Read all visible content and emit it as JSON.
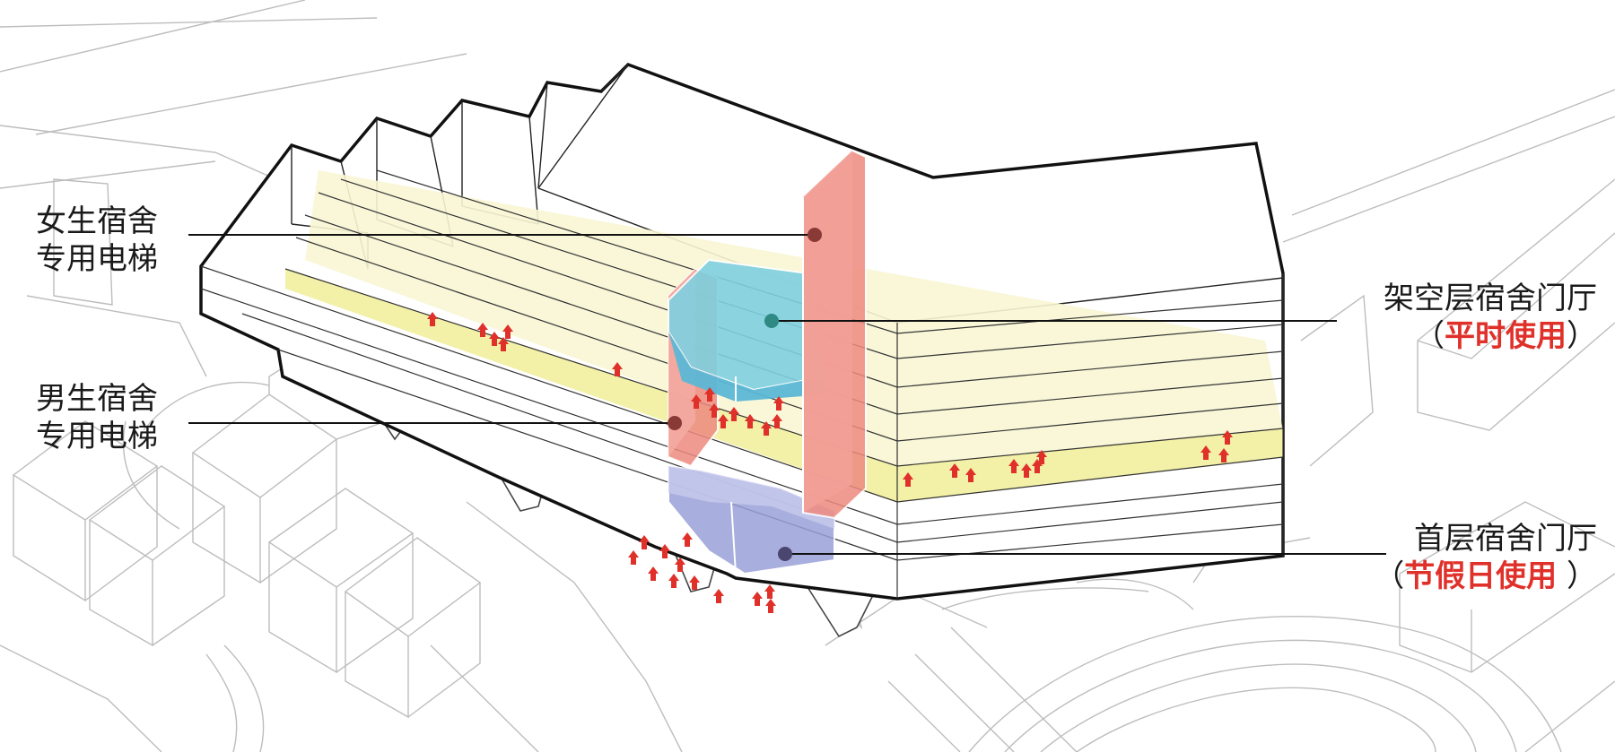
{
  "diagram": {
    "labels": {
      "female_elevator": {
        "line1": "女生宿舍",
        "line2": "专用电梯"
      },
      "male_elevator": {
        "line1": "男生宿舍",
        "line2": "专用电梯"
      },
      "pilotis_lobby": {
        "line1": "架空层宿舍门厅",
        "note_open": "（",
        "note": "平时使用",
        "note_close": "）"
      },
      "ground_lobby": {
        "line1": "首层宿舍门厅",
        "note_open": "（",
        "note": "节假日使用",
        "note_close": " ）"
      }
    },
    "colors": {
      "outline": "#111111",
      "context_line": "#b8b8b8",
      "yellow_band": "#f3f0a8",
      "yellow_light": "#f8f6d4",
      "female_core": "#ee8a80",
      "pilotis_lobby": "#7fd0e0",
      "ground_lobby": "#9aa0d8",
      "marker_red": "#8a3a36",
      "marker_teal": "#2f8a86",
      "marker_navy": "#4a4670",
      "people_arrow": "#e0302a",
      "highlight_text": "#e0302a"
    },
    "icons": [
      "person-arrow-icon",
      "leader-dot-icon"
    ]
  }
}
